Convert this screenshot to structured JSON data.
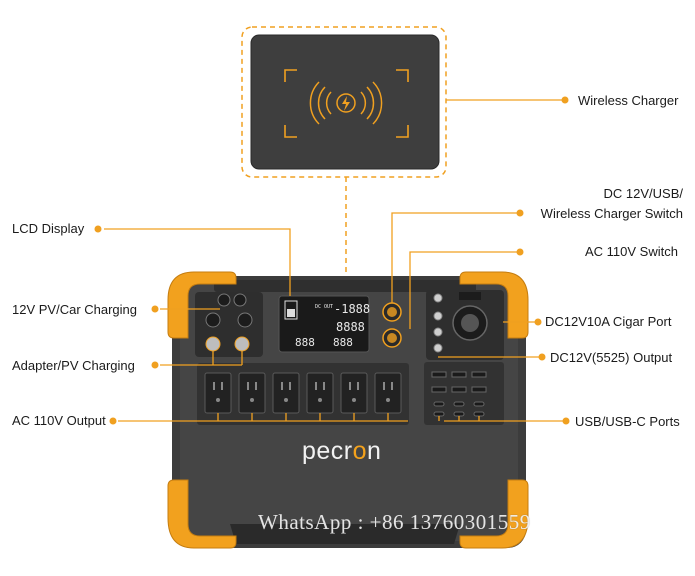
{
  "callouts": {
    "wireless_charger": "Wireless Charger",
    "dc_switch_line1": "DC 12V/USB/",
    "dc_switch_line2": "Wireless Charger Switch",
    "lcd_display": "LCD Display",
    "ac_switch": "AC 110V Switch",
    "pv_car": "12V PV/Car Charging",
    "cigar_port": "DC12V10A Cigar Port",
    "adapter_pv": "Adapter/PV Charging",
    "dc5525": "DC12V(5525) Output",
    "ac_output": "AC 110V Output",
    "usb_ports": "USB/USB-C Ports"
  },
  "brand": {
    "prefix": "pecr",
    "o": "o",
    "suffix": "n"
  },
  "lcd": {
    "top_value": "-1888",
    "mid_value": "8888",
    "bottom_left": "888",
    "bottom_right": "888",
    "dc_out_label": "DC OUT"
  },
  "watermark": "WhatsApp : +86 13760301559",
  "colors": {
    "accent": "#f0a020",
    "body": "#3d3d3d",
    "bumper": "#f2a11e"
  }
}
